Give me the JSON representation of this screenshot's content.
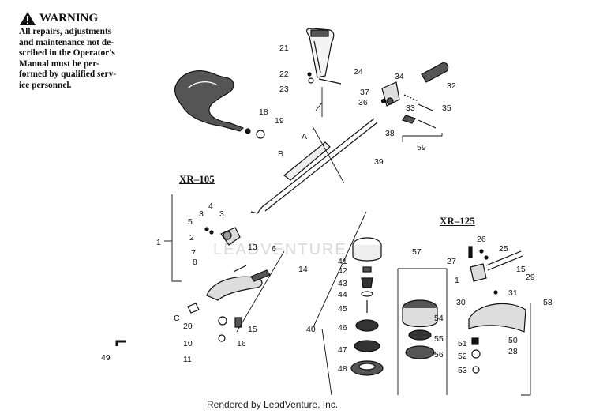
{
  "warning": {
    "title": "WARNING",
    "body": "All repairs, adjustments\nand maintenance not de-\nscribed in the Operator's\nManual must be per-\nformed by qualified serv-\nice personnel."
  },
  "sections": {
    "xr105": "XR–105",
    "xr125": "XR–125"
  },
  "watermark": "LEADVENTURE",
  "footer": "Rendered by LeadVenture, Inc.",
  "callouts": {
    "c1a": "1",
    "c1b": "1",
    "c2": "2",
    "c3a": "3",
    "c3b": "3",
    "c4": "4",
    "c5": "5",
    "c6": "6",
    "c7": "7",
    "c8": "8",
    "c10": "10",
    "c11": "11",
    "c13": "13",
    "c14": "14",
    "c15a": "15",
    "c15b": "15",
    "c16": "16",
    "c18": "18",
    "c19": "19",
    "c20": "20",
    "c21": "21",
    "c22": "22",
    "c23": "23",
    "c24": "24",
    "c25": "25",
    "c26": "26",
    "c27": "27",
    "c28": "28",
    "c29": "29",
    "c30": "30",
    "c31": "31",
    "c32": "32",
    "c33": "33",
    "c34": "34",
    "c35": "35",
    "c36": "36",
    "c37": "37",
    "c38": "38",
    "c39": "39",
    "c40": "40",
    "c41": "41",
    "c42": "42",
    "c43": "43",
    "c44": "44",
    "c45": "45",
    "c46": "46",
    "c47": "47",
    "c48": "48",
    "c49": "49",
    "c50": "50",
    "c51": "51",
    "c52": "52",
    "c53": "53",
    "c54": "54",
    "c55": "55",
    "c56": "56",
    "c57": "57",
    "c58": "58",
    "c59": "59",
    "cA": "A",
    "cB": "B",
    "cC": "C"
  }
}
